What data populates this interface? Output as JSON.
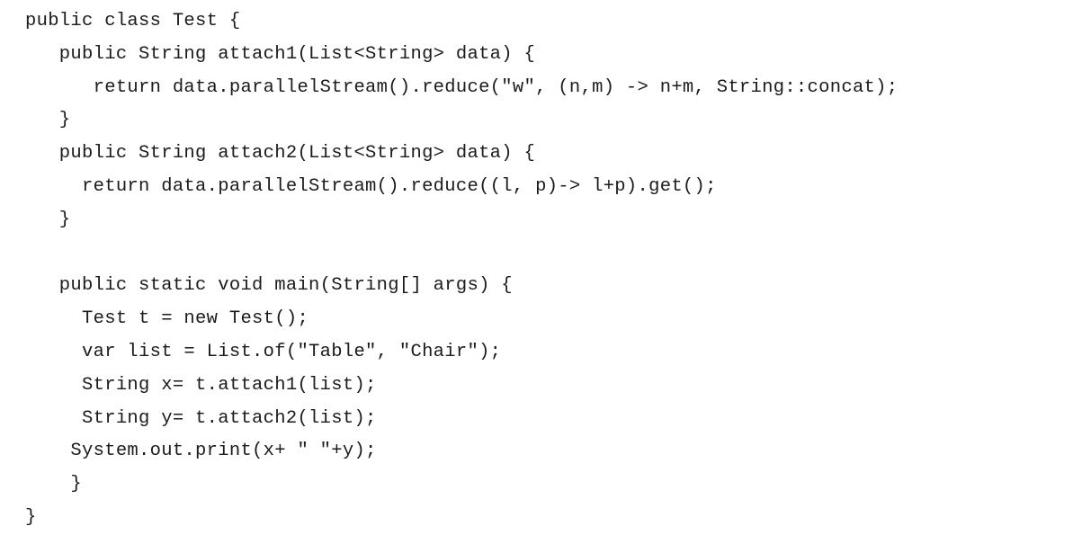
{
  "document": {
    "kind": "source-code-listing",
    "language": "Java",
    "class_name": "Test",
    "background_color": "#ffffff",
    "text_color": "#1b1b1f",
    "code_lines": [
      "public class Test {",
      "   public String attach1(List<String> data) {",
      "      return data.parallelStream().reduce(\"w\", (n,m) -> n+m, String::concat);",
      "   }",
      "   public String attach2(List<String> data) {",
      "     return data.parallelStream().reduce((l, p)-> l+p).get();",
      "   }",
      "",
      "   public static void main(String[] args) {",
      "     Test t = new Test();",
      "     var list = List.of(\"Table\", \"Chair\");",
      "     String x= t.attach1(list);",
      "     String y= t.attach2(list);",
      "    System.out.print(x+ \" \"+y);",
      "    }",
      "}"
    ]
  }
}
